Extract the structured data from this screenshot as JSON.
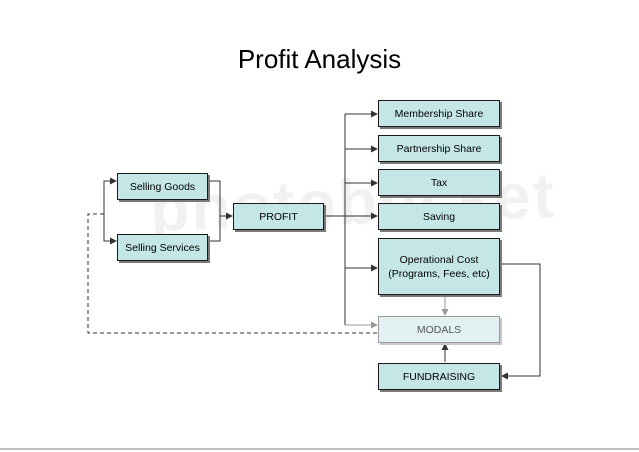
{
  "title": "Profit Analysis",
  "watermark": "photobucket",
  "nodes": {
    "selling_goods": "Selling Goods",
    "selling_services": "Selling Services",
    "profit": "PROFIT",
    "membership_share": "Membership Share",
    "partnership_share": "Partnership Share",
    "tax": "Tax",
    "saving": "Saving",
    "operational_cost_line1": "Operational Cost",
    "operational_cost_line2": "(Programs, Fees, etc)",
    "modals": "MODALS",
    "fundraising": "FUNDRAISING"
  },
  "colors": {
    "box_fill": "#c5e6e6",
    "box_border": "#1a1a1a",
    "line": "#333333"
  }
}
